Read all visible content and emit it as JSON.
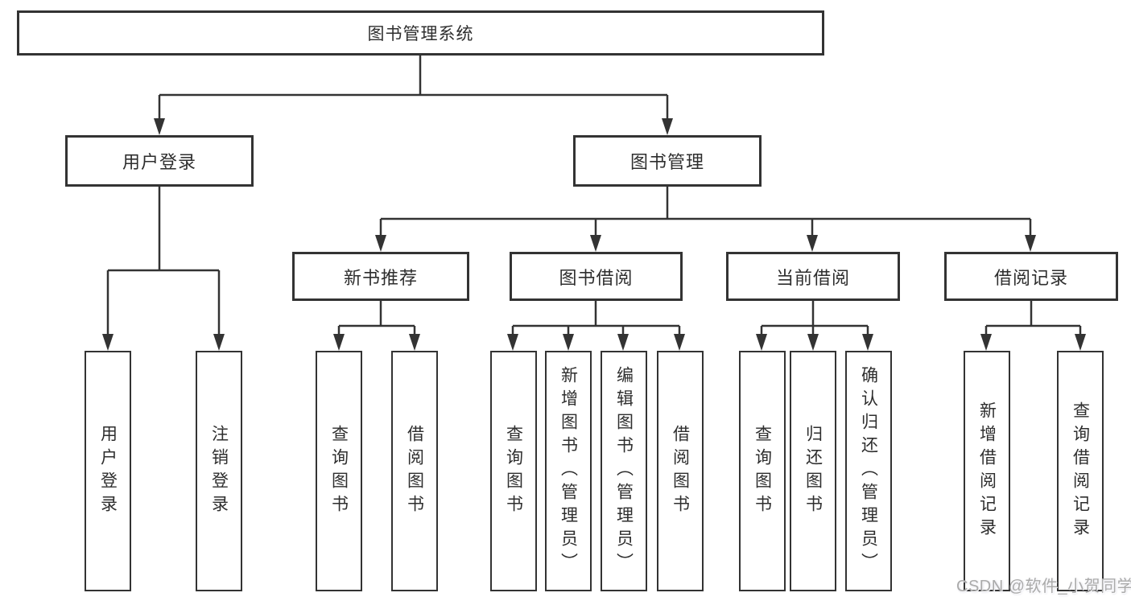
{
  "diagram": {
    "root": {
      "label": "图书管理系统"
    },
    "level2": [
      {
        "label": "用户登录"
      },
      {
        "label": "图书管理"
      }
    ],
    "level3": [
      {
        "label": "新书推荐"
      },
      {
        "label": "图书借阅"
      },
      {
        "label": "当前借阅"
      },
      {
        "label": "借阅记录"
      }
    ],
    "leaves": {
      "user_login": [
        "用户登录",
        "注销登录"
      ],
      "new_book_recommend": [
        "查询图书",
        "借阅图书"
      ],
      "book_borrow": [
        "查询图书",
        "新增图书（管理员）",
        "编辑图书（管理员）",
        "借阅图书"
      ],
      "current_borrow": [
        "查询图书",
        "归还图书",
        "确认归还（管理员）"
      ],
      "borrow_records": [
        "新增借阅记录",
        "查询借阅记录"
      ]
    }
  },
  "watermark": "CSDN @软件_小贺同学",
  "colors": {
    "line": "#333333",
    "background": "#ffffff",
    "watermark": "#aaaaaa"
  }
}
